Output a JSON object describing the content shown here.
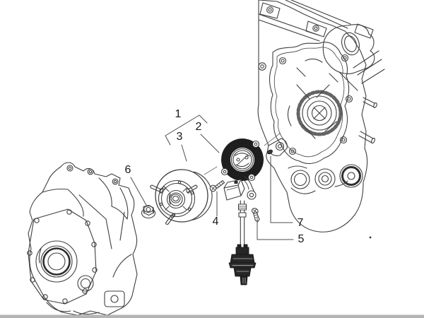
{
  "callouts": [
    {
      "label": "1"
    },
    {
      "label": "2"
    },
    {
      "label": "3"
    },
    {
      "label": "4"
    },
    {
      "label": "5"
    },
    {
      "label": "6"
    },
    {
      "label": "7"
    }
  ],
  "colors": {
    "background": "#ffffff",
    "line": "#3f3f3f",
    "leader": "#4d4d4d",
    "coil_dark": "#1e1e1e",
    "connector_dark": "#262626",
    "page_edge": "#b4b4b4"
  }
}
